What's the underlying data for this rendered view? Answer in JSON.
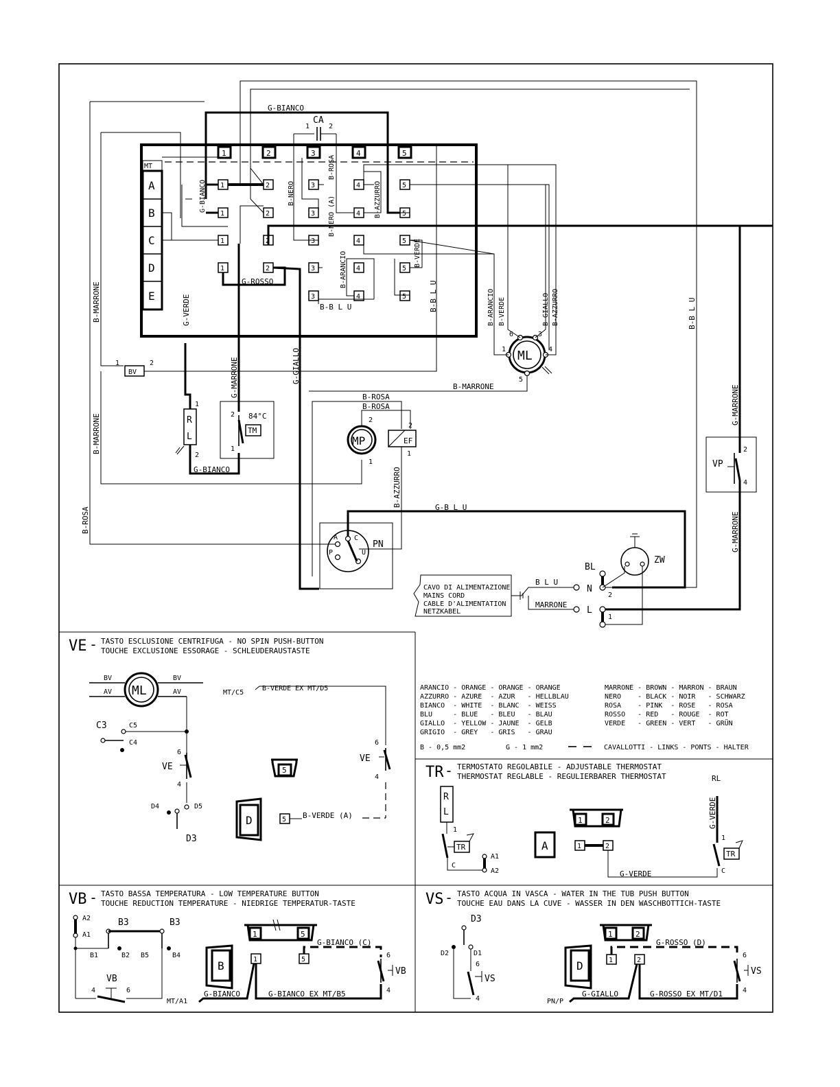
{
  "modules": {
    "mt": "MT",
    "sections": [
      "A",
      "B",
      "C",
      "D",
      "E"
    ],
    "top_terminals": [
      "1",
      "2",
      "3",
      "4",
      "5"
    ]
  },
  "components": {
    "ca": {
      "name": "CA",
      "pin1": "1",
      "pin2": "2"
    },
    "bv": {
      "name": "BV",
      "pin1": "1",
      "pin2": "2"
    },
    "rl": {
      "r": "R",
      "l": "L",
      "pin1": "1",
      "pin2": "2"
    },
    "tm": {
      "name": "TM",
      "temp": "84°C",
      "pin1": "1",
      "pin2": "2"
    },
    "mp": {
      "name": "MP",
      "pin1": "1",
      "pin2": "2"
    },
    "ef": {
      "name": "EF",
      "pin1": "1",
      "pin2": "2"
    },
    "ml": {
      "name": "ML",
      "p1": "1",
      "p3": "3",
      "p4": "4",
      "p5": "5",
      "p6": "6"
    },
    "pn": {
      "name": "PN",
      "a": "A",
      "c": "C",
      "p": "P",
      "u": "U"
    },
    "vp": {
      "name": "VP",
      "pin2": "2",
      "pin4": "4"
    },
    "zw": {
      "name": "ZW",
      "bl": "BL",
      "n": "N",
      "l": "L",
      "pin1": "1",
      "pin2": "2"
    }
  },
  "wires": {
    "g_bianco_top": "G-BIANCO",
    "b_rosa_v": "B-ROSA",
    "b_nero": "B-NERO",
    "b_nero_a": "B-NERO (A)",
    "b_azzurro": "B-AZZURRO",
    "b_verde": "B-VERDE",
    "b_arancio": "B-ARANCIO",
    "g_rosso": "G-ROSSO",
    "b_blu_inner": "B-B L U",
    "b_blu_right": "B-B L U",
    "b_blu_far": "B-B L U",
    "g_bianco_v": "G-BIANCO",
    "g_verde": "G-VERDE",
    "b_marrone_top": "B-MARRONE",
    "b_marrone_left": "B-MARRONE",
    "b_rosa_left": "B-ROSA",
    "g_marrone_tm": "G-MARRONE",
    "g_giallo": "G-GIALLO",
    "b_marrone_h": "B-MARRONE",
    "b_rosa_mp1": "B-ROSA",
    "b_rosa_mp2": "B-ROSA",
    "g_bianco_bottom": "G-BIANCO",
    "b_azzurro_pn": "B-AZZURRO",
    "g_blu": "G-B L U",
    "b_arancio_ml": "B-ARANCIO",
    "b_verde_ml": "B-VERDE",
    "b_giallo_ml": "B-GIALLO",
    "b_azzurro_ml": "B-AZZURRO",
    "g_marrone_vp_top": "G-MARRONE",
    "g_marrone_vp_bot": "G-MARRONE",
    "blu_cord": "B L U",
    "marrone_cord": "MARRONE"
  },
  "mains_cord": {
    "line1": "CAVO DI ALIMENTAZIONE",
    "line2": "MAINS CORD",
    "line3": "CABLE D'ALIMENTATION",
    "line4": "NETZKABEL"
  },
  "ve_panel": {
    "code": "VE",
    "title1": "TASTO ESCLUSIONE CENTRIFUGA - NO SPIN PUSH-BUTTON",
    "title2": "TOUCHE EXCLUSIONE ESSORAGE - SCHLEUDERAUSTASTE",
    "bv": "BV",
    "av": "AV",
    "ml": "ML",
    "c3": "C3",
    "c4": "C4",
    "c5": "C5",
    "six": "6",
    "four": "4",
    "ve": "VE",
    "d3": "D3",
    "d4": "D4",
    "d5": "D5",
    "mt_c5": "MT/C5",
    "b_verde_ex": "B-VERDE EX MT/D5",
    "term5": "5",
    "d": "D",
    "b_verde_a": "B-VERDE (A)"
  },
  "legend": {
    "rows": [
      "ARANCIO - ORANGE - ORANGE - ORANGE",
      "AZZURRO - AZURE  - AZUR   - HELLBLAU",
      "BIANCO  - WHITE  - BLANC  - WEISS",
      "BLU     - BLUE   - BLEU   - BLAU",
      "GIALLO  - YELLOW - JAUNE  - GELB",
      "GRIGIO  - GREY   - GRIS   - GRAU"
    ],
    "rows_right": [
      "MARRONE - BROWN - MARRON - BRAUN",
      "NERO    - BLACK - NOIR   - SCHWARZ",
      "ROSA    - PINK  - ROSE   - ROSA",
      "ROSSO   - RED   - ROUGE  - ROT",
      "VERDE   - GREEN - VERT   - GRÜN"
    ],
    "b_size": "B - 0,5 mm2",
    "g_size": "G - 1 mm2",
    "links": "CAVALLOTTI - LINKS - PONTS - HALTER"
  },
  "tr_panel": {
    "code": "TR",
    "title1": "TERMOSTATO REGOLABILE - ADJUSTABLE THERMOSTAT",
    "title2": "THERMOSTAT REGLABLE - REGULIERBARER THERMOSTAT",
    "r": "R",
    "l": "L",
    "tr": "TR",
    "one": "1",
    "c": "C",
    "a1": "A1",
    "a2": "A2",
    "a": "A",
    "t1": "1",
    "t2": "2",
    "g_verde_h": "G-VERDE",
    "g_verde_v": "G-VERDE",
    "rl": "RL"
  },
  "vb_panel": {
    "code": "VB",
    "title1": "TASTO BASSA TEMPERATURA - LOW TEMPERATURE BUTTON",
    "title2": "TOUCHE REDUCTION TEMPERATURE - NIEDRIGE TEMPERATUR-TASTE",
    "a1": "A1",
    "a2": "A2",
    "b1": "B1",
    "b2": "B2",
    "b3a": "B3",
    "b3b": "B3",
    "b4": "B4",
    "b5": "B5",
    "vb": "VB",
    "four": "4",
    "six": "6",
    "b": "B",
    "t1": "1",
    "t5": "5",
    "g_bianco_c": "G-BIANCO (C)",
    "mt_a1": "MT/A1",
    "g_bianco": "G-BIANCO",
    "g_bianco_ex": "G-BIANCO EX MT/B5"
  },
  "vs_panel": {
    "code": "VS",
    "title1": "TASTO ACQUA IN VASCA - WATER IN THE TUB PUSH BUTTON",
    "title2": "TOUCHE EAU DANS LA CUVE - WASSER IN DEN WASCHBOTTICH-TASTE",
    "d1": "D1",
    "d2": "D2",
    "d3": "D3",
    "vs": "VS",
    "four": "4",
    "six": "6",
    "d": "D",
    "t1": "1",
    "t2": "2",
    "g_rosso_d": "G-ROSSO (D)",
    "pn_p": "PN/P",
    "g_giallo": "G-GIALLO",
    "g_rosso_ex": "G-ROSSO EX MT/D1"
  }
}
